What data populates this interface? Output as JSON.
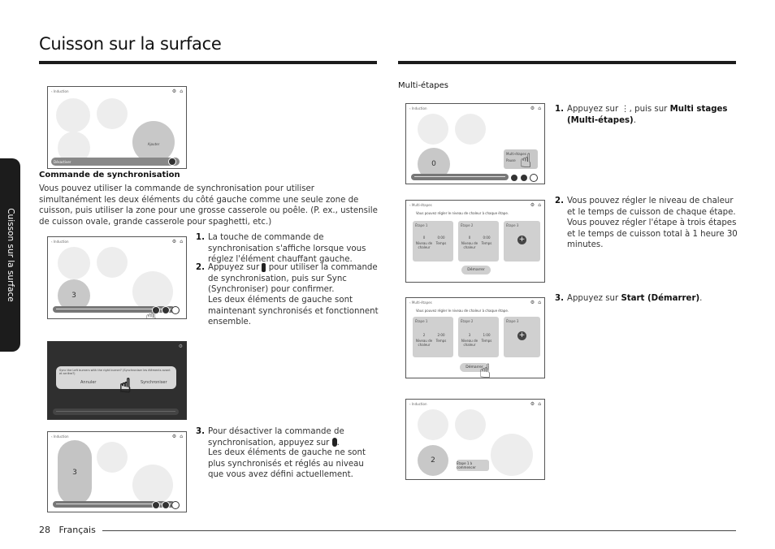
{
  "page": {
    "title": "Cuisson sur la surface",
    "side_tab": "Cuisson sur la surface",
    "page_number": "28",
    "language": "Français"
  },
  "left": {
    "sync_heading": "Commande de synchronisation",
    "sync_intro": "Vous pouvez utiliser la commande de synchronisation pour utiliser simultanément les deux éléments du côté gauche comme une seule zone de cuisson, puis utiliser la zone pour une grosse casserole ou poêle. (P. ex., ustensile de cuisson ovale, grande casserole pour spaghetti, etc.)",
    "step1_num": "1.",
    "step1": "La touche de commande de synchronisation s'affiche lorsque vous réglez l'élément chauffant gauche.",
    "step2_num": "2.",
    "step2_a": "Appuyez sur",
    "step2_b": "pour utiliser la commande de synchronisation, puis sur Sync (Synchroniser) pour confirmer.",
    "step2_c": "Les deux éléments de gauche sont maintenant synchronisés et fonctionnent ensemble.",
    "step3_num": "3.",
    "step3_a": "Pour désactiver la commande de synchronisation, appuyez sur",
    "step3_b": "Les deux éléments de gauche ne sont plus synchronisés et réglés au niveau que vous avez défini actuellement."
  },
  "right": {
    "heading": "Multi-étapes",
    "step1_num": "1.",
    "step1_a": "Appuyez sur",
    "step1_b": ", puis sur",
    "step1_bold": "Multi stages (Multi-étapes)",
    "step1_end": ".",
    "step2_num": "2.",
    "step2": "Vous pouvez régler le niveau de chaleur et le temps de cuisson de chaque étape. Vous pouvez régler l'étape à trois étapes et le temps de cuisson total à 1 heure 30 minutes.",
    "step3_num": "3.",
    "step3_a": "Appuyez sur",
    "step3_bold": "Start (Démarrer)",
    "step3_end": "."
  },
  "screens": {
    "induction": "Induction",
    "add_label": "Ajouter",
    "disable_label": "Désactiver",
    "level_3": "3",
    "level_0": "0",
    "level_2": "2",
    "dialog_text": "Sync the Left burners with the right burner? (Synchroniser les éléments avant et arrière?)",
    "cancel": "Annuler",
    "sync_btn": "Synchroniser",
    "multi_title": "Multi-étapes",
    "multi_hint": "Vous pouvez régler le niveau de chaleur à chaque étape.",
    "stage1": "Étape 1",
    "stage2": "Étape 2",
    "stage3": "Étape 3",
    "heat_level": "Niveau de chaleur",
    "time": "Temps",
    "zero": "0",
    "time_zero": "0:00",
    "s1_level": "2",
    "s1_time": "2:00",
    "s2_level": "3",
    "s2_time": "1:00",
    "start": "Démarrer",
    "multi_menu_1": "Multi-étapes",
    "multi_menu_2": "Pause",
    "stage_progress": "Étape 1 à commencer"
  }
}
